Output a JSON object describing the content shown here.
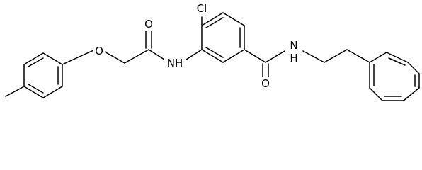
{
  "molecule": {
    "atom_labels": {
      "chlorine": "Cl",
      "amide_oxygen_top": "O",
      "ether_oxygen": "O",
      "anilide_nitrogen": "NH",
      "amide_nitrogen_right": "N",
      "amide_hydrogen_right": "H",
      "benzamide_oxygen": "O"
    }
  }
}
